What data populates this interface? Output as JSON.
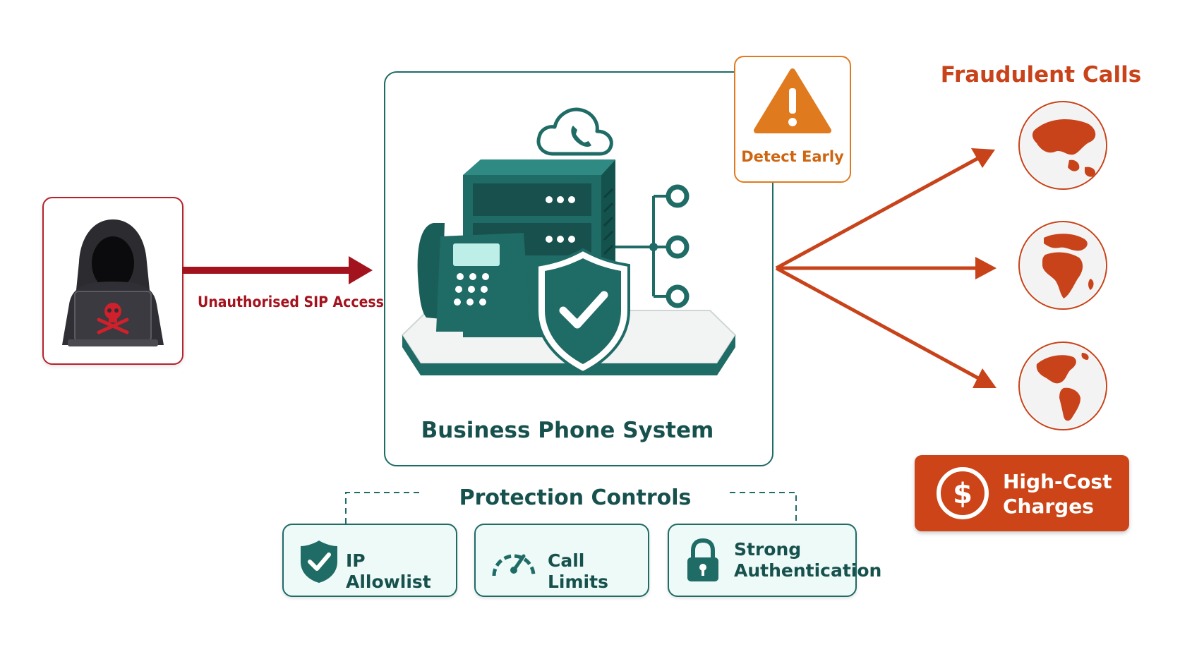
{
  "attacker": {
    "arrow_label": "Unauthorised SIP Access"
  },
  "system": {
    "title": "Business Phone System"
  },
  "detect": {
    "label": "Detect Early"
  },
  "fraud": {
    "title": "Fraudulent Calls",
    "charges_line1": "High-Cost",
    "charges_line2": "Charges",
    "currency_symbol": "$"
  },
  "controls": {
    "title": "Protection Controls",
    "items": [
      {
        "label": "IP Allowlist",
        "icon": "shield-check-icon"
      },
      {
        "label": "Call Limits",
        "icon": "speedometer-icon"
      },
      {
        "label_line1": "Strong",
        "label_line2": "Authentication",
        "icon": "padlock-icon"
      }
    ]
  },
  "colors": {
    "teal": "#1f6b66",
    "attack_red": "#a3131e",
    "warning_orange": "#e07a1f",
    "fraud_orange": "#c8431a"
  }
}
